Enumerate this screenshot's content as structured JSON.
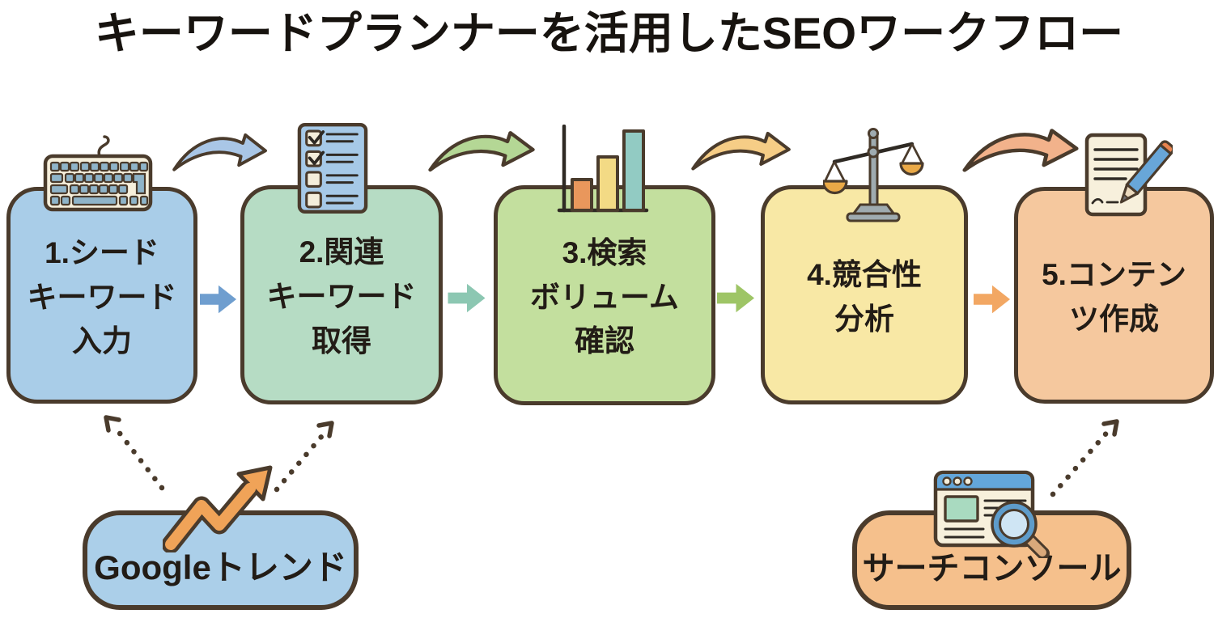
{
  "title": "キーワードプランナーを活用したSEOワークフロー",
  "steps": [
    {
      "label": "1.シード\nキーワード\n入力",
      "icon": "keyboard-icon",
      "color": "#a9cde8"
    },
    {
      "label": "2.関連\nキーワード\n取得",
      "icon": "checklist-icon",
      "color": "#b6dcc4"
    },
    {
      "label": "3.検索\nボリューム\n確認",
      "icon": "bar-chart-icon",
      "color": "#c3df9e"
    },
    {
      "label": "4.競合性\n分析",
      "icon": "balance-scale-icon",
      "color": "#f8e8a5"
    },
    {
      "label": "5.コンテン\nツ作成",
      "icon": "document-pencil-icon",
      "color": "#f5c89e"
    }
  ],
  "tools": [
    {
      "label": "Googleトレンド",
      "icon": "trending-up-icon",
      "color": "#abcfe9"
    },
    {
      "label": "サーチコンソール",
      "icon": "search-console-icon",
      "color": "#f5c08c"
    }
  ],
  "colors": {
    "outline": "#4a3b2c",
    "text": "#221c16",
    "mid_arrow_1": "#6f9ecf",
    "mid_arrow_2": "#8cc7b2",
    "mid_arrow_3": "#9ec566",
    "mid_arrow_4": "#f2a763",
    "swoosh_1": "#a9c6e6",
    "swoosh_2": "#b4d795",
    "swoosh_3": "#f6cd86",
    "swoosh_4": "#f2b28b",
    "dotted": "#4a3b2c"
  }
}
